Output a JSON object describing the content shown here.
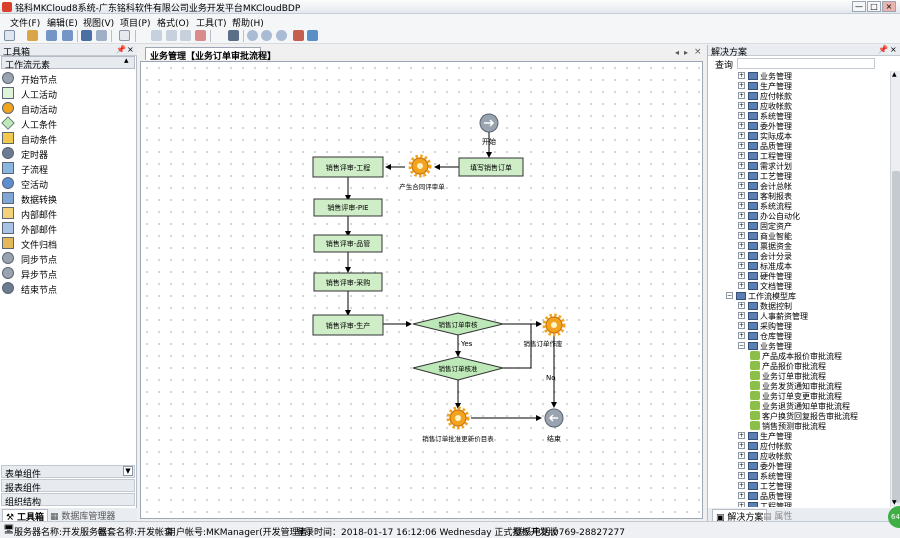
{
  "window": {
    "title": "铭科MKCloud8系统-广东铭科软件有限公司业务开发平台MKCloudBDP",
    "buttons": {
      "min": "—",
      "max": "□",
      "close": "×"
    }
  },
  "menu": [
    "文件(F)",
    "编辑(E)",
    "视图(V)",
    "项目(P)",
    "格式(O)",
    "工具(T)",
    "帮助(H)"
  ],
  "left_panel": {
    "header": "工具箱",
    "section_title": "工作流元素",
    "tools": [
      {
        "label": "开始节点",
        "icon": "start-node-icon"
      },
      {
        "label": "人工活动",
        "icon": "manual-activity-icon"
      },
      {
        "label": "自动活动",
        "icon": "auto-activity-icon"
      },
      {
        "label": "人工条件",
        "icon": "manual-condition-icon"
      },
      {
        "label": "自动条件",
        "icon": "auto-condition-icon"
      },
      {
        "label": "定时器",
        "icon": "timer-icon"
      },
      {
        "label": "子流程",
        "icon": "subprocess-icon"
      },
      {
        "label": "空活动",
        "icon": "empty-activity-icon"
      },
      {
        "label": "数据转换",
        "icon": "data-convert-icon"
      },
      {
        "label": "内部邮件",
        "icon": "internal-mail-icon"
      },
      {
        "label": "外部邮件",
        "icon": "external-mail-icon"
      },
      {
        "label": "文件归档",
        "icon": "file-archive-icon"
      },
      {
        "label": "同步节点",
        "icon": "sync-node-icon"
      },
      {
        "label": "异步节点",
        "icon": "async-node-icon"
      },
      {
        "label": "结束节点",
        "icon": "end-node-icon"
      }
    ],
    "bottom_sections": [
      "表单组件",
      "报表组件",
      "组织结构"
    ],
    "tabs": [
      "工具箱",
      "数据库管理器"
    ]
  },
  "document": {
    "tab": "业务管理【业务订单审批流程】"
  },
  "diagram": {
    "nodes": {
      "start": "开始",
      "fill_order": "填写销售订单",
      "review_engineering": "销售评审-工程",
      "review_pie": "销售评审-PIE",
      "review_manager": "销售评审-品管",
      "review_purchase": "销售评审-采购",
      "review_production": "销售评审-生产",
      "auto_contract": "产生合同评审单",
      "approve_order": "销售订单审核",
      "approve_check": "销售订单核准",
      "void_order": "销售订单作废",
      "update_price": "销售订单批准更新价目表",
      "end": "结束"
    },
    "edge_labels": {
      "yes": "Yes",
      "no": "No"
    }
  },
  "right_panel": {
    "header": "解决方案",
    "search": "查询",
    "tree": [
      {
        "level": 1,
        "type": "folder",
        "label": "业务管理"
      },
      {
        "level": 1,
        "type": "folder",
        "label": "生产管理"
      },
      {
        "level": 1,
        "type": "folder",
        "label": "应付帐款"
      },
      {
        "level": 1,
        "type": "folder",
        "label": "应收帐款"
      },
      {
        "level": 1,
        "type": "folder",
        "label": "系统管理"
      },
      {
        "level": 1,
        "type": "folder",
        "label": "委外管理"
      },
      {
        "level": 1,
        "type": "folder",
        "label": "实际成本"
      },
      {
        "level": 1,
        "type": "folder",
        "label": "品质管理"
      },
      {
        "level": 1,
        "type": "folder",
        "label": "工程管理"
      },
      {
        "level": 1,
        "type": "folder",
        "label": "需求计划"
      },
      {
        "level": 1,
        "type": "folder",
        "label": "工艺管理"
      },
      {
        "level": 1,
        "type": "folder",
        "label": "会计总帐"
      },
      {
        "level": 1,
        "type": "folder",
        "label": "客制报表"
      },
      {
        "level": 1,
        "type": "folder",
        "label": "系统流程"
      },
      {
        "level": 1,
        "type": "folder",
        "label": "办公自动化"
      },
      {
        "level": 1,
        "type": "folder",
        "label": "固定资产"
      },
      {
        "level": 1,
        "type": "folder",
        "label": "商业智能"
      },
      {
        "level": 1,
        "type": "folder",
        "label": "票据资金"
      },
      {
        "level": 1,
        "type": "folder",
        "label": "会计分录"
      },
      {
        "level": 1,
        "type": "folder",
        "label": "标准成本"
      },
      {
        "level": 1,
        "type": "folder",
        "label": "硬件管理"
      },
      {
        "level": 1,
        "type": "folder",
        "label": "文档管理"
      },
      {
        "level": 0,
        "type": "folder",
        "label": "工作流模型库"
      },
      {
        "level": 1,
        "type": "folder",
        "label": "数据控制"
      },
      {
        "level": 1,
        "type": "folder",
        "label": "人事薪资管理"
      },
      {
        "level": 1,
        "type": "folder",
        "label": "采购管理"
      },
      {
        "level": 1,
        "type": "folder",
        "label": "仓库管理"
      },
      {
        "level": 1,
        "type": "folder",
        "label": "业务管理"
      },
      {
        "level": 2,
        "type": "flow",
        "label": "产品成本报价审批流程"
      },
      {
        "level": 2,
        "type": "flow",
        "label": "产品报价审批流程"
      },
      {
        "level": 2,
        "type": "flow",
        "label": "业务订单审批流程"
      },
      {
        "level": 2,
        "type": "flow",
        "label": "业务发货通知审批流程"
      },
      {
        "level": 2,
        "type": "flow",
        "label": "业务订单变更审批流程"
      },
      {
        "level": 2,
        "type": "flow",
        "label": "业务退货通知单审批流程"
      },
      {
        "level": 2,
        "type": "flow",
        "label": "客户换货回复报告审批流程"
      },
      {
        "level": 2,
        "type": "flow",
        "label": "销售预测审批流程"
      },
      {
        "level": 1,
        "type": "folder",
        "label": "生产管理"
      },
      {
        "level": 1,
        "type": "folder",
        "label": "应付帐款"
      },
      {
        "level": 1,
        "type": "folder",
        "label": "应收帐款"
      },
      {
        "level": 1,
        "type": "folder",
        "label": "委外管理"
      },
      {
        "level": 1,
        "type": "folder",
        "label": "系统管理"
      },
      {
        "level": 1,
        "type": "folder",
        "label": "工艺管理"
      },
      {
        "level": 1,
        "type": "folder",
        "label": "品质管理"
      },
      {
        "level": 1,
        "type": "folder",
        "label": "工程管理"
      }
    ],
    "tabs": [
      "解决方案",
      "属性"
    ]
  },
  "statusbar": {
    "server": "服务器名称:开发服务器",
    "account": "帐套名称:开发帐套",
    "user": "用户帐号:MKManager(开发管理者)",
    "login": "登录时间：2018-01-17 16:12:06 Wednesday 正式授权开发版",
    "phone": "联系电话:0769-28827277"
  },
  "corner_badge": "64"
}
